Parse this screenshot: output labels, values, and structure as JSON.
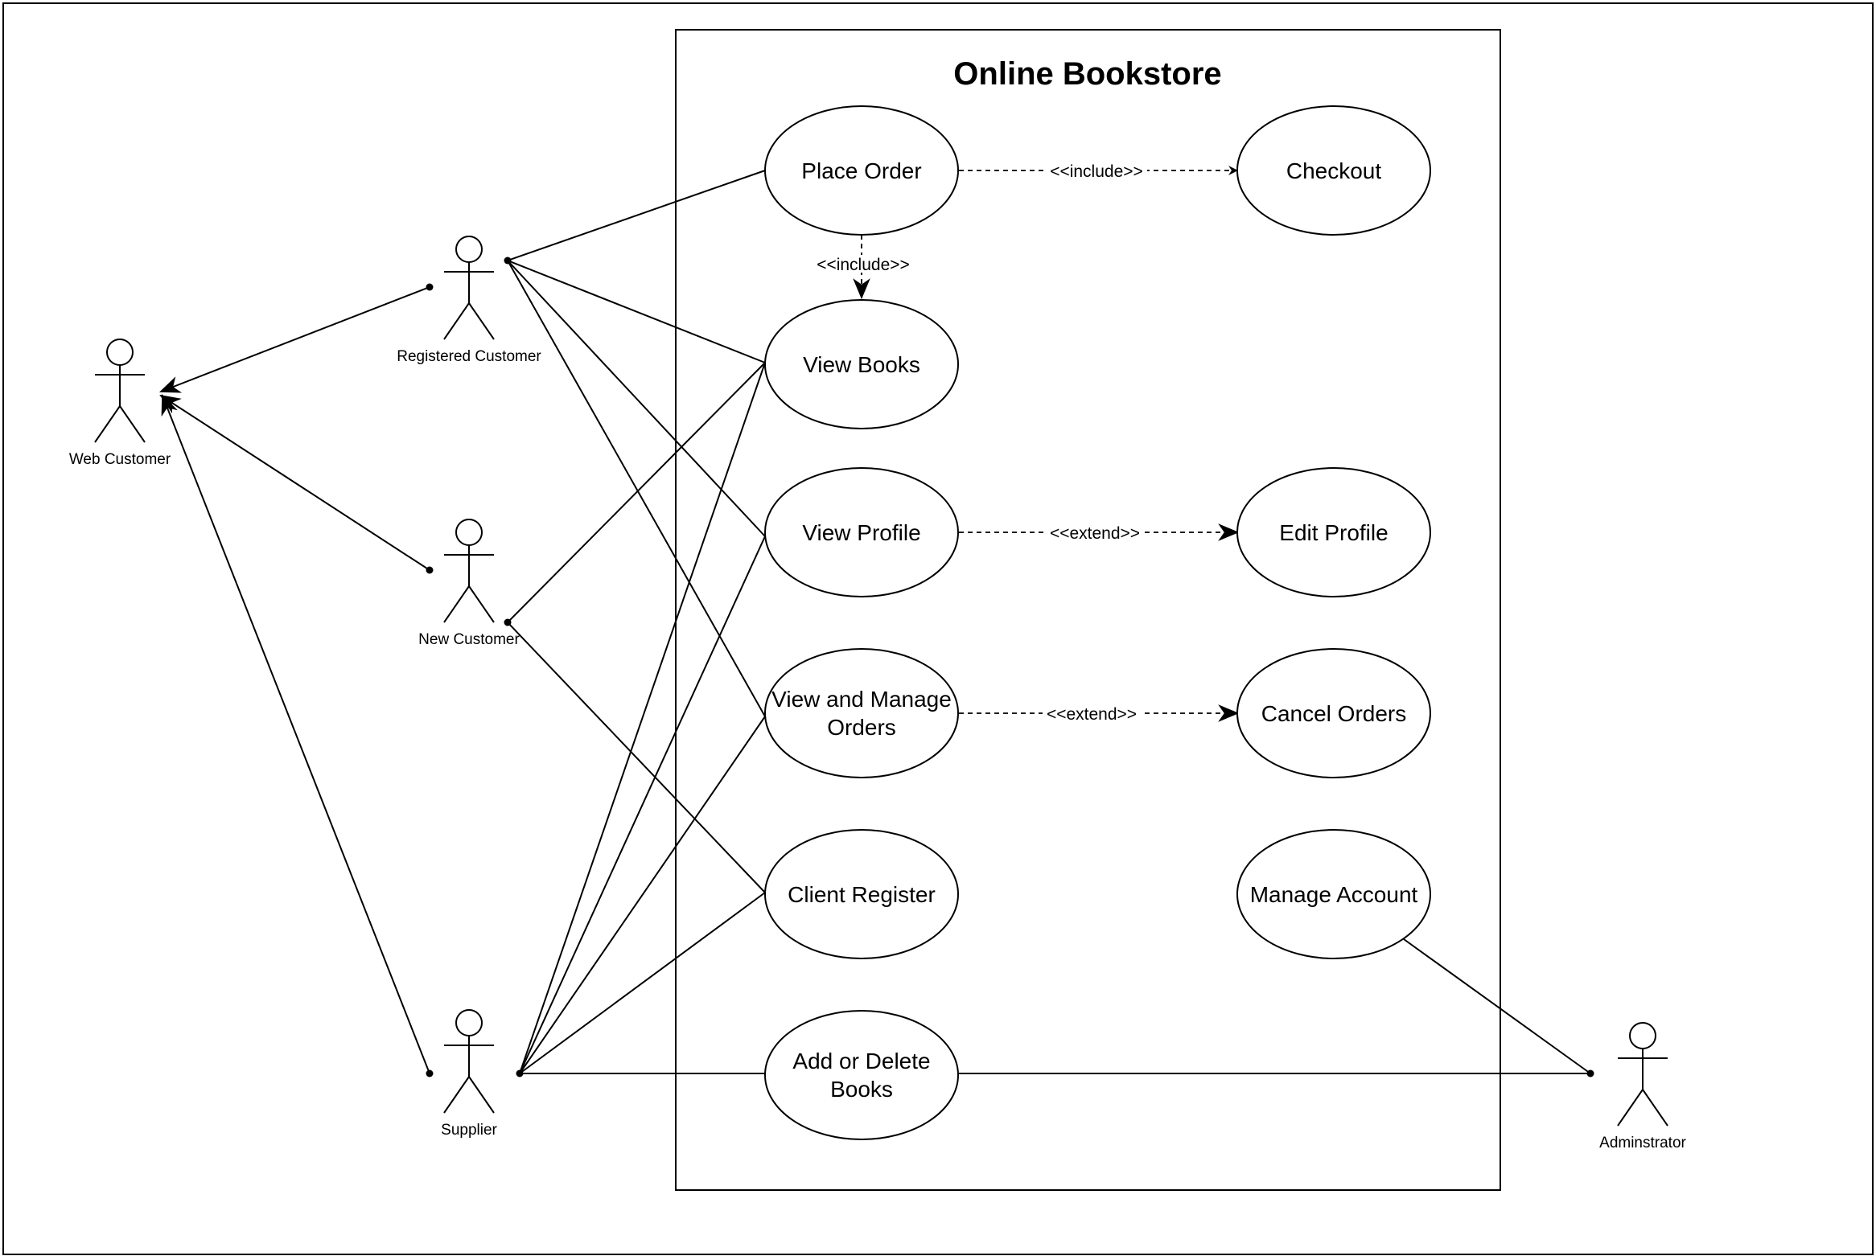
{
  "system": {
    "title": "Online Bookstore"
  },
  "actors": {
    "web_customer": "Web Customer",
    "registered_customer": "Registered Customer",
    "new_customer": "New Customer",
    "supplier": "Supplier",
    "administrator": "Adminstrator"
  },
  "use_cases": {
    "place_order": [
      "Place Order"
    ],
    "checkout": [
      "Checkout"
    ],
    "view_books": [
      "View Books"
    ],
    "view_profile": [
      "View Profile"
    ],
    "edit_profile": [
      "Edit Profile"
    ],
    "view_manage_orders": [
      "View and Manage",
      "Orders"
    ],
    "cancel_orders": [
      "Cancel Orders"
    ],
    "client_register": [
      "Client Register"
    ],
    "manage_account": [
      "Manage Account"
    ],
    "add_delete_books": [
      "Add or Delete",
      "Books"
    ]
  },
  "relations": {
    "include": "<<include>>",
    "extend": "<<extend>>"
  }
}
